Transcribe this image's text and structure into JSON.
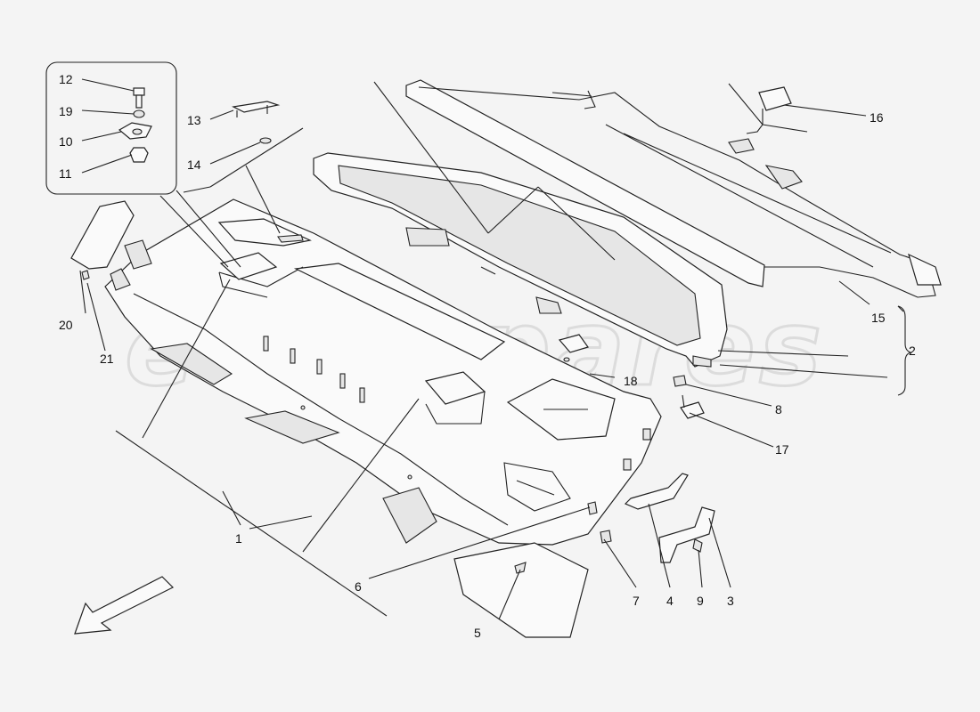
{
  "watermark": "eurospares",
  "callouts": {
    "c1": "1",
    "c2": "2",
    "c3": "3",
    "c4": "4",
    "c5": "5",
    "c6": "6",
    "c7": "7",
    "c8": "8",
    "c9": "9",
    "c10": "10",
    "c11": "11",
    "c12": "12",
    "c13": "13",
    "c14": "14",
    "c15": "15",
    "c16": "16",
    "c17": "17",
    "c18": "18",
    "c19": "19",
    "c20": "20",
    "c21": "21"
  },
  "icons": {
    "direction": "front-direction-arrow-icon"
  }
}
